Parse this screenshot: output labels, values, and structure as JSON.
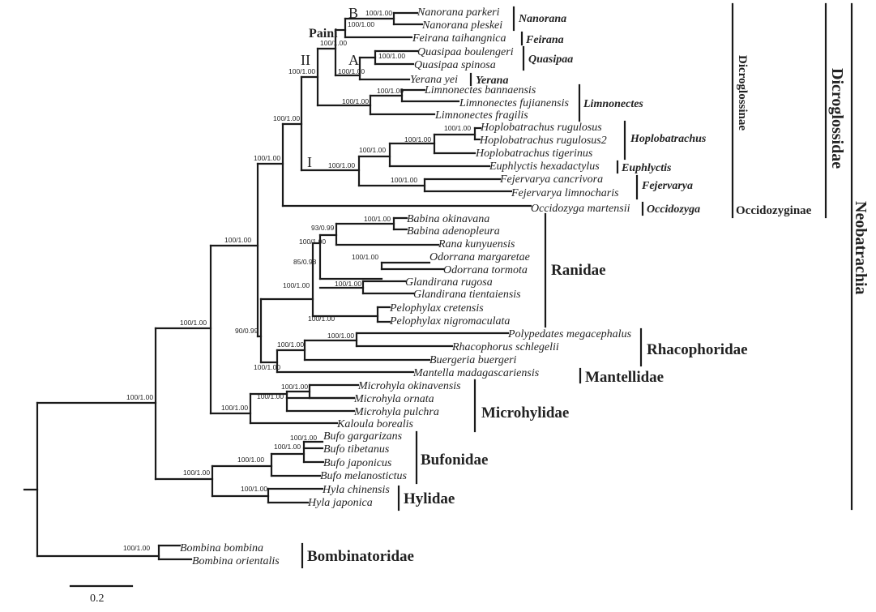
{
  "tree": {
    "taxa": {
      "nanorana_parkeri": "Nanorana parkeri",
      "nanorana_pleskei": "Nanorana pleskei",
      "feirana_taihangnica": "Feirana taihangnica",
      "quasipaa_boulengeri": "Quasipaa boulengeri",
      "quasipaa_spinosa": "Quasipaa spinosa",
      "yerana_yei": "Yerana yei",
      "limnonectes_bannaensis": "Limnonectes bannaensis",
      "limnonectes_fujianensis": "Limnonectes fujianensis",
      "limnonectes_fragilis": "Limnonectes fragilis",
      "hoplobatrachus_rugulosus": "Hoplobatrachus rugulosus",
      "hoplobatrachus_rugulosus2": "Hoplobatrachus rugulosus2",
      "hoplobatrachus_tigerinus": "Hoplobatrachus tigerinus",
      "euphlyctis_hexadactylus": "Euphlyctis hexadactylus",
      "fejervarya_cancrivora": "Fejervarya cancrivora",
      "fejervarya_limnocharis": "Fejervarya limnocharis",
      "occidozyga_martensii": "Occidozyga martensii",
      "babina_okinavana": "Babina okinavana",
      "babina_adenopleura": "Babina adenopleura",
      "rana_kunyuensis": "Rana kunyuensis",
      "odorrana_margaretae": "Odorrana margaretae",
      "odorrana_tormota": "Odorrana tormota",
      "glandirana_rugosa": "Glandirana rugosa",
      "glandirana_tientaiensis": "Glandirana tientaiensis",
      "pelophylax_cretensis": "Pelophylax cretensis",
      "pelophylax_nigromaculata": "Pelophylax nigromaculata",
      "polypedates_megacephalus": "Polypedates megacephalus",
      "rhacophorus_schlegelii": "Rhacophorus schlegelii",
      "buergeria_buergeri": "Buergeria buergeri",
      "mantella_madagascariensis": "Mantella madagascariensis",
      "microhyla_okinavensis": "Microhyla okinavensis",
      "microhyla_ornata": "Microhyla ornata",
      "microhyla_pulchra": "Microhyla pulchra",
      "kaloula_borealis": "Kaloula borealis",
      "bufo_gargarizans": "Bufo gargarizans",
      "bufo_tibetanus": "Bufo tibetanus",
      "bufo_japonicus": "Bufo japonicus",
      "bufo_melanostictus": "Bufo melanostictus",
      "hyla_chinensis": "Hyla chinensis",
      "hyla_japonica": "Hyla japonica",
      "bombina_bombina": "Bombina bombina",
      "bombina_orientalis": "Bombina orientalis"
    },
    "supports": {
      "nanorana": "100/1.00",
      "nanorana_feirana": "100/1.00",
      "quasipaa": "100/1.00",
      "quasipaa_yerana": "100/1.00",
      "paini": "100/1.00",
      "limnonectes_inner": "100/1.00",
      "limnonectes": "100/1.00",
      "clade_ii": "100/1.00",
      "hoplobatrachus_inner": "100/1.00",
      "hoplobatrachus": "100/1.00",
      "hoplo_euphlyctis": "100/1.00",
      "fejervarya": "100/1.00",
      "clade_i": "100/1.00",
      "dicroglossinae": "100/1.00",
      "dicroglossidae": "100/1.00",
      "babina": "100/1.00",
      "babina_rana": "93/0.99",
      "odorrana": "100/1.00",
      "ranidae_upper": "100/1.00",
      "glandirana": "100/1.00",
      "ranidae_inner": "85/0.98",
      "pelophylax": "100/1.00",
      "ranidae": "100/1.00",
      "polypedates_rhacophorus": "100/1.00",
      "rhacophoridae": "100/1.00",
      "rhaco_mantellidae": "100/1.00",
      "ranoidea_inner": "90/0.99",
      "ranoidea": "100/1.00",
      "microhyla_inner": "100/1.00",
      "microhyla": "100/1.00",
      "microhylidae": "100/1.00",
      "ranoidea_microhylidae": "100/1.00",
      "bufo_inner": "100/1.00",
      "bufo_mid": "100/1.00",
      "bufonidae": "100/1.00",
      "hyla": "100/1.00",
      "bufo_hyla": "100/1.00",
      "neobatrachia": "100/1.00",
      "bombina": "100/1.00"
    },
    "clade_labels": {
      "b": "B",
      "a": "A",
      "ii": "II",
      "i": "I",
      "paini": "Paini"
    },
    "genus_labels": {
      "nanorana": "Nanorana",
      "feirana": "Feirana",
      "quasipaa": "Quasipaa",
      "yerana": "Yerana",
      "limnonectes": "Limnonectes",
      "hoplobatrachus": "Hoplobatrachus",
      "euphlyctis": "Euphlyctis",
      "fejervarya": "Fejervarya",
      "occidozyga": "Occidozyga"
    },
    "family_labels": {
      "ranidae": "Ranidae",
      "rhacophoridae": "Rhacophoridae",
      "mantellidae": "Mantellidae",
      "microhylidae": "Microhylidae",
      "bufonidae": "Bufonidae",
      "hylidae": "Hylidae",
      "bombinatoridae": "Bombinatoridae"
    },
    "higher_labels": {
      "dicroglossinae": "Dicroglossinae",
      "occidozyginae": "Occidozyginae",
      "dicroglossidae": "Dicroglossidae",
      "neobatrachia": "Neobatrachia"
    },
    "scale_bar": "0.2"
  }
}
